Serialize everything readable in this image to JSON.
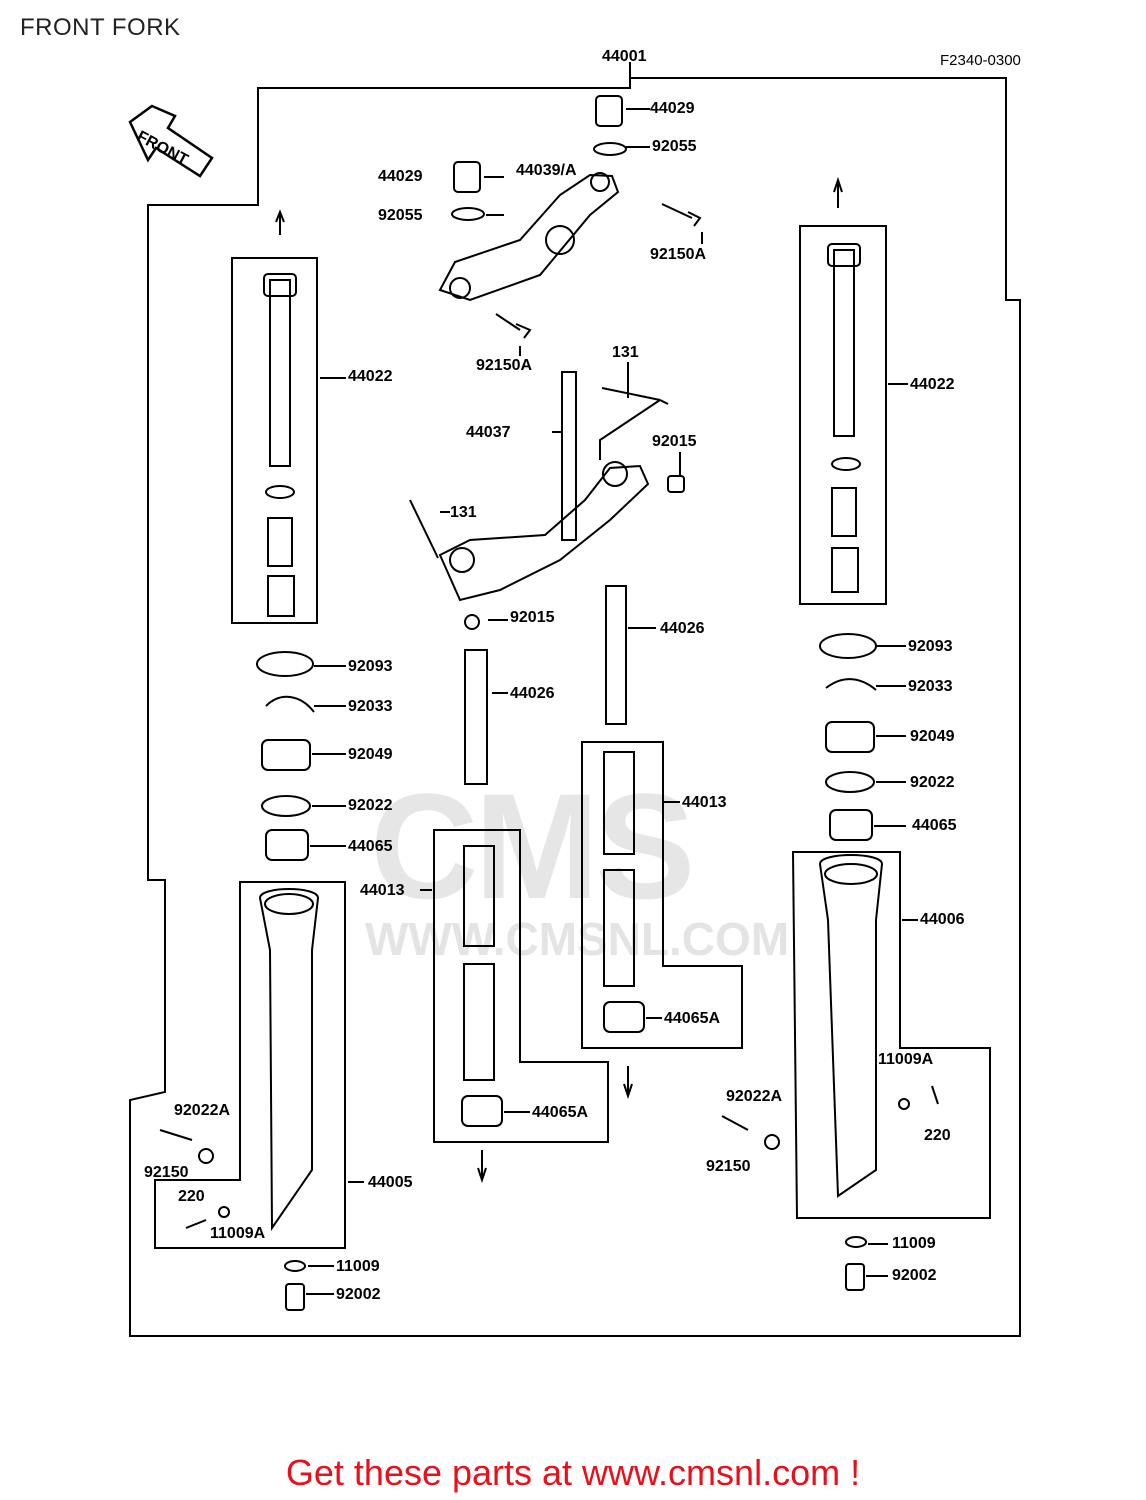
{
  "page": {
    "title": "FRONT FORK",
    "diagram_code": "F2340-0300",
    "assembly_number": "44001",
    "cta": "Get these parts at www.cmsnl.com !"
  },
  "watermark": {
    "logo_text": "CMS",
    "url_text": "WWW.CMSNL.COM"
  },
  "front_arrow": {
    "label": "FRONT"
  },
  "parts": [
    {
      "id": "p1",
      "label": "44029"
    },
    {
      "id": "p2",
      "label": "92055"
    },
    {
      "id": "p3",
      "label": "44029"
    },
    {
      "id": "p4",
      "label": "44039/A"
    },
    {
      "id": "p5",
      "label": "92055"
    },
    {
      "id": "p6",
      "label": "92150A"
    },
    {
      "id": "p7",
      "label": "92150A"
    },
    {
      "id": "p8",
      "label": "131"
    },
    {
      "id": "p9",
      "label": "44037"
    },
    {
      "id": "p10",
      "label": "92015"
    },
    {
      "id": "p11",
      "label": "131"
    },
    {
      "id": "p12",
      "label": "44022"
    },
    {
      "id": "p13",
      "label": "44022"
    },
    {
      "id": "p14",
      "label": "92015"
    },
    {
      "id": "p15",
      "label": "44026"
    },
    {
      "id": "p16",
      "label": "44026"
    },
    {
      "id": "p17",
      "label": "92093"
    },
    {
      "id": "p18",
      "label": "92033"
    },
    {
      "id": "p19",
      "label": "92049"
    },
    {
      "id": "p20",
      "label": "92022"
    },
    {
      "id": "p21",
      "label": "44065"
    },
    {
      "id": "p22",
      "label": "92093"
    },
    {
      "id": "p23",
      "label": "92033"
    },
    {
      "id": "p24",
      "label": "92049"
    },
    {
      "id": "p25",
      "label": "92022"
    },
    {
      "id": "p26",
      "label": "44065"
    },
    {
      "id": "p27",
      "label": "44013"
    },
    {
      "id": "p28",
      "label": "44013"
    },
    {
      "id": "p29",
      "label": "44006"
    },
    {
      "id": "p30",
      "label": "44065A"
    },
    {
      "id": "p31",
      "label": "44065A"
    },
    {
      "id": "p32",
      "label": "11009A"
    },
    {
      "id": "p33",
      "label": "92022A"
    },
    {
      "id": "p34",
      "label": "92022A"
    },
    {
      "id": "p35",
      "label": "220"
    },
    {
      "id": "p36",
      "label": "92150"
    },
    {
      "id": "p37",
      "label": "92150"
    },
    {
      "id": "p38",
      "label": "44005"
    },
    {
      "id": "p39",
      "label": "220"
    },
    {
      "id": "p40",
      "label": "11009A"
    },
    {
      "id": "p41",
      "label": "11009"
    },
    {
      "id": "p42",
      "label": "11009"
    },
    {
      "id": "p43",
      "label": "92002"
    },
    {
      "id": "p44",
      "label": "92002"
    }
  ]
}
